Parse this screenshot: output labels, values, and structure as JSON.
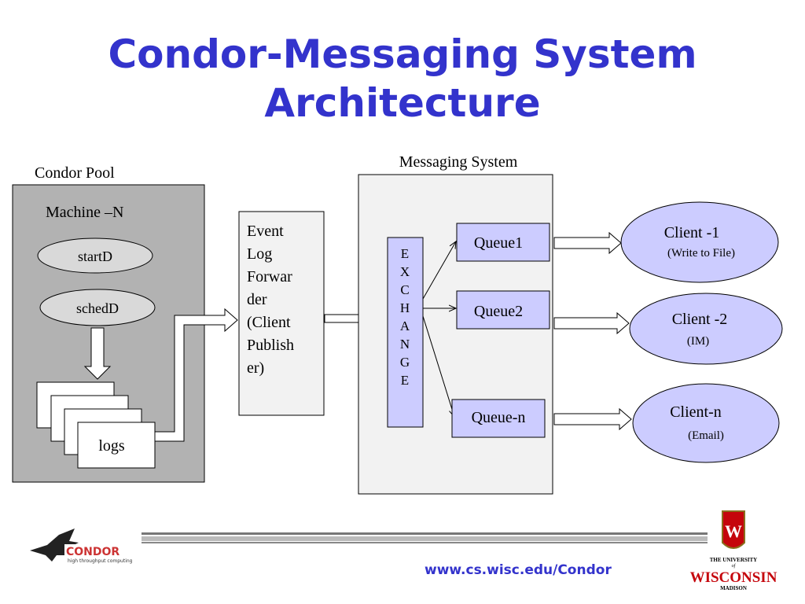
{
  "title": {
    "line1": "Condor-Messaging System",
    "line2": "Architecture"
  },
  "condor_pool": {
    "label": "Condor Pool",
    "machine_label": "Machine –N",
    "startd": "startD",
    "schedd": "schedD",
    "logs": "logs"
  },
  "forwarder": {
    "lines": [
      "Event",
      "Log",
      "Forwar",
      "der",
      "(Client",
      "Publish",
      "er)"
    ]
  },
  "messaging": {
    "label": "Messaging  System",
    "exchange_letters": [
      "E",
      "X",
      "C",
      "H",
      "A",
      "N",
      "G",
      "E"
    ],
    "queues": [
      "Queue1",
      "Queue2",
      "Queue-n"
    ]
  },
  "clients": [
    {
      "name": "Client -1",
      "detail": "(Write to File)"
    },
    {
      "name": "Client -2",
      "detail": "(IM)"
    },
    {
      "name": "Client-n",
      "detail": "(Email)"
    }
  ],
  "footer": {
    "url": "www.cs.wisc.edu/Condor",
    "condor_logo_text": "CONDOR",
    "condor_logo_tagline": "high throughput computing",
    "uw_logo_line1": "THE UNIVERSITY",
    "uw_logo_line2": "of",
    "uw_logo_line3": "WISCONSIN",
    "uw_logo_line4": "MADISON"
  },
  "colors": {
    "title": "#3333cc",
    "pool_bg": "#b2b2b2",
    "messaging_bg": "#f2f2f2",
    "node_fill": "#ccccff",
    "ellipse_fill": "#d9d9d9"
  }
}
